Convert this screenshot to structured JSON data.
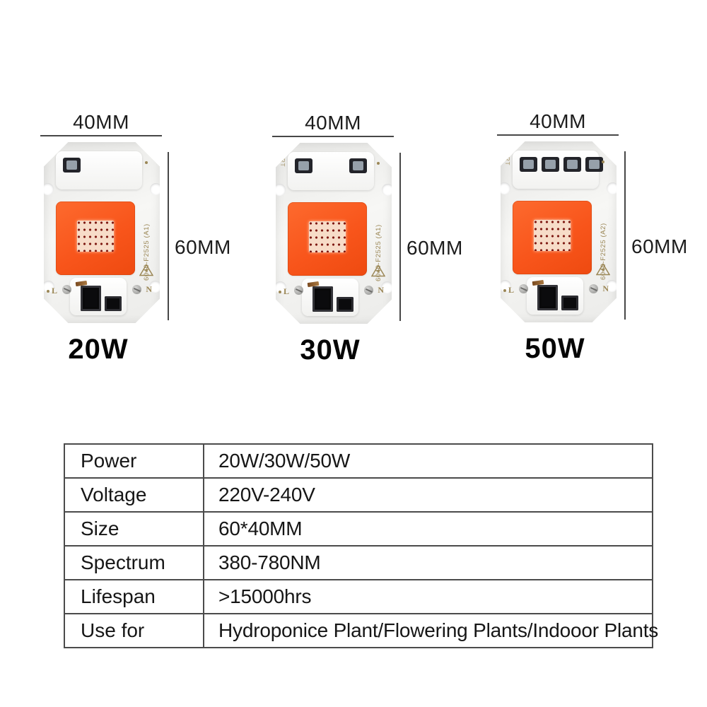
{
  "colors": {
    "led_orange": "#f8551b",
    "led_inner": "#f7dcc8",
    "gold_marking": "#9b8756",
    "dimension_line": "#474747",
    "table_border": "#4b4b4b",
    "pcb": "#f2f2f0"
  },
  "chips": [
    {
      "width_label": "40MM",
      "height_label": "60MM",
      "watt_label": "20W",
      "part_number": "6040-F2525 (A1)",
      "capacitor_count": 1,
      "terminal_left": "L",
      "terminal_right": "N",
      "side_marking": ""
    },
    {
      "width_label": "40MM",
      "height_label": "60MM",
      "watt_label": "30W",
      "part_number": "6040-F2525 (A1)",
      "capacitor_count": 2,
      "terminal_left": "L",
      "terminal_right": "N",
      "side_marking": "RT"
    },
    {
      "width_label": "40MM",
      "height_label": "60MM",
      "watt_label": "50W",
      "part_number": "6040-F2525 (A2)",
      "capacitor_count": 4,
      "terminal_left": "L",
      "terminal_right": "N",
      "side_marking": "RT"
    }
  ],
  "spec_table": {
    "rows": [
      {
        "label": "Power",
        "value": "20W/30W/50W"
      },
      {
        "label": "Voltage",
        "value": "220V-240V"
      },
      {
        "label": "Size",
        "value": "60*40MM"
      },
      {
        "label": "Spectrum",
        "value": "380-780NM"
      },
      {
        "label": "Lifespan",
        "value": ">15000hrs"
      },
      {
        "label": "Use for",
        "value": "Hydroponice Plant/Flowering Plants/Indooor Plants"
      }
    ]
  }
}
